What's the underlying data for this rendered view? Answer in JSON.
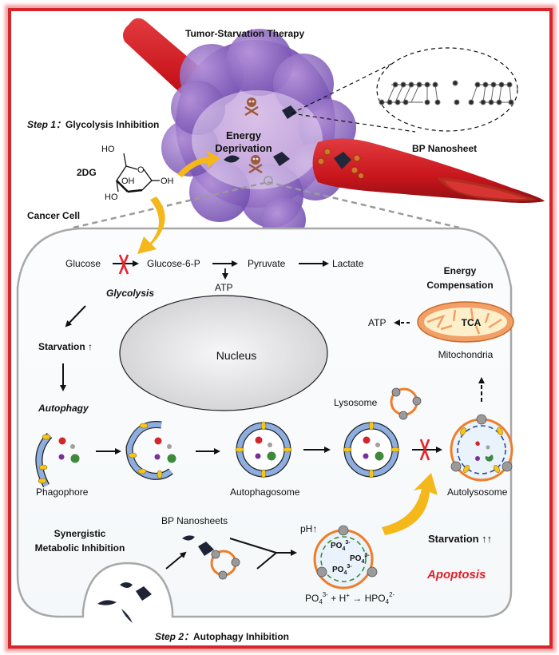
{
  "title": "Tumor-Starvation Therapy",
  "step1": {
    "prefix": "Step 1：",
    "label": "Glycolysis Inhibition"
  },
  "step2": {
    "prefix": "Step 2：",
    "label": "Autophagy Inhibition"
  },
  "drug": {
    "name": "2DG",
    "atoms": {
      "ho_top": "HO",
      "ring_o": "O",
      "oh_mid": "OH",
      "oh_right": "OH",
      "ho_bottom": "HO"
    }
  },
  "tumor": {
    "label_line1": "Energy",
    "label_line2": "Deprivation"
  },
  "bp_nanosheet_label": "BP Nanosheet",
  "cancer_cell_label": "Cancer Cell",
  "glycolysis": {
    "glucose": "Glucose",
    "g6p": "Glucose-6-P",
    "pyruvate": "Pyruvate",
    "lactate": "Lactate",
    "atp": "ATP",
    "label": "Glycolysis"
  },
  "nucleus_label": "Nucleus",
  "energy_compensation": {
    "line1": "Energy",
    "line2": "Compensation"
  },
  "mitochondria": {
    "atp": "ATP",
    "tca": "TCA",
    "label": "Mitochondria"
  },
  "starvation_1": "Starvation ↑",
  "autophagy_label": "Autophagy",
  "lysosome_label": "Lysosome",
  "stages": [
    "Phagophore",
    "Autophagosome",
    "Autolysosome"
  ],
  "synergistic": {
    "line1": "Synergistic",
    "line2": "Metabolic Inhibition"
  },
  "bp_nanosheets_label": "BP Nanosheets",
  "ph_label": "pH↑",
  "phosphate": {
    "ion": "PO",
    "sub": "4",
    "sup": "3-"
  },
  "reaction": {
    "lhs": "PO",
    "lhs_sub": "4",
    "lhs_sup": "3-",
    "plus": " + H",
    "h_sup": "+",
    "arrow": " → HPO",
    "rhs_sub": "4",
    "rhs_sup": "2-"
  },
  "starvation_2": "Starvation ↑↑",
  "apoptosis": "Apoptosis",
  "colors": {
    "frame": "#d7262b",
    "vessel": "#cf2027",
    "tumor": "#8a62b8",
    "arrow_yellow": "#f5b81b",
    "inhibit_red": "#e8222a",
    "membrane_blue": "#8eaee0",
    "lysosome_orange": "#ee7d2a",
    "apoptosis_red": "#e21f26"
  }
}
